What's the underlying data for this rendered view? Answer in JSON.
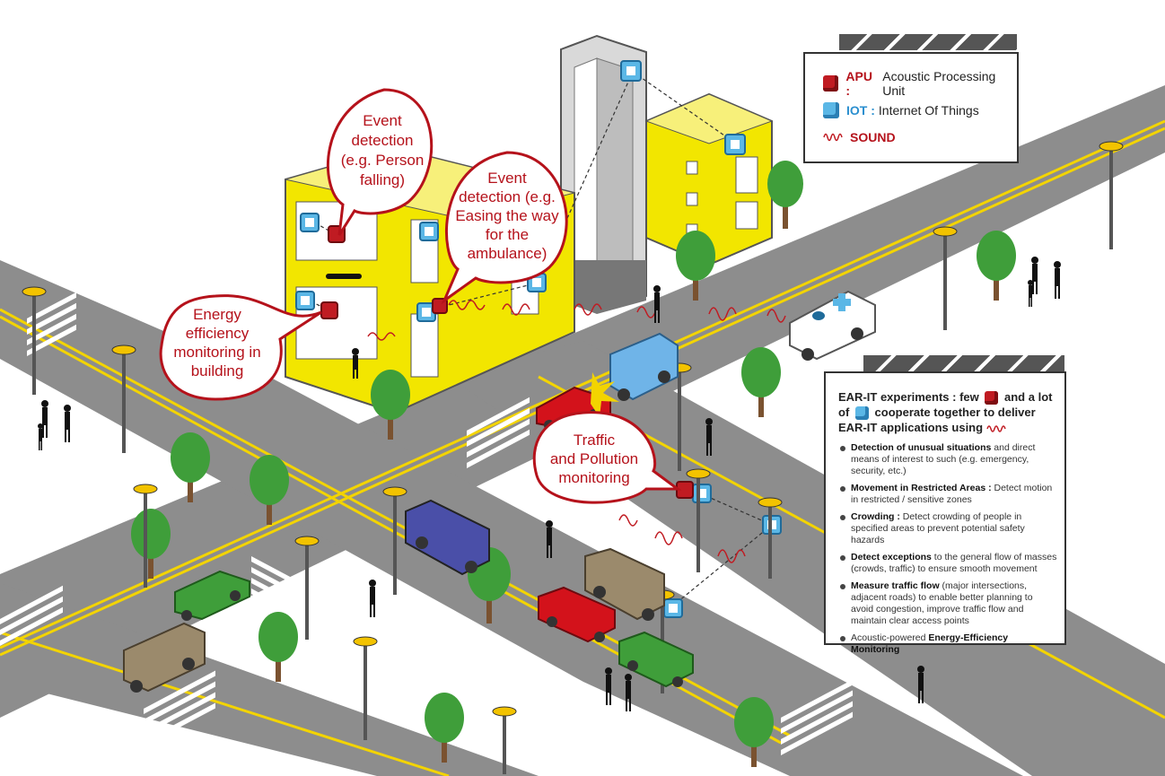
{
  "callouts": {
    "event_person": [
      "Event",
      "detection",
      "(e.g. Person",
      "falling)"
    ],
    "event_ambulance": [
      "Event",
      "detection (e.g.",
      "Easing the way",
      "for the",
      "ambulance)"
    ],
    "energy": [
      "Energy",
      "efficiency",
      "monitoring in",
      "building"
    ],
    "traffic": [
      "Traffic",
      "and Pollution",
      "monitoring"
    ]
  },
  "legend": {
    "apu_key": "APU :",
    "apu_text": "Acoustic Processing Unit",
    "iot_key": "IOT :",
    "iot_text": "Internet Of Things",
    "sound_text": "SOUND"
  },
  "info": {
    "head_1": "EAR-IT experiments : few",
    "head_2": "and a lot",
    "head_3": "of",
    "head_4": "cooperate together to deliver",
    "head_5": "EAR-IT applications using",
    "items": [
      {
        "bold": "Detection of unusual situations",
        "text": " and direct means of interest to such (e.g. emergency, security, etc.)"
      },
      {
        "bold": "Movement in Restricted Areas :",
        "text": " Detect motion in restricted / sensitive zones"
      },
      {
        "bold": "Crowding :",
        "text": " Detect crowding of people in specified areas to prevent potential safety hazards"
      },
      {
        "bold": "Detect exceptions",
        "text": " to the general flow of masses (crowds, traffic) to ensure smooth movement"
      },
      {
        "bold": "Measure traffic flow",
        "text": " (major intersections, adjacent roads) to enable better planning to avoid congestion, improve traffic flow and maintain clear access points"
      },
      {
        "prefix": "Acoustic-powered ",
        "bold": "Energy-Efficiency Monitoring",
        "text": ""
      }
    ]
  },
  "colors": {
    "callout_red": "#b5121b",
    "building_yellow": "#f2e600",
    "road_gray": "#8a8a8a",
    "iot_blue": "#5bb7e6",
    "apu_red": "#c01b22",
    "tree_green": "#3f9e3a"
  }
}
